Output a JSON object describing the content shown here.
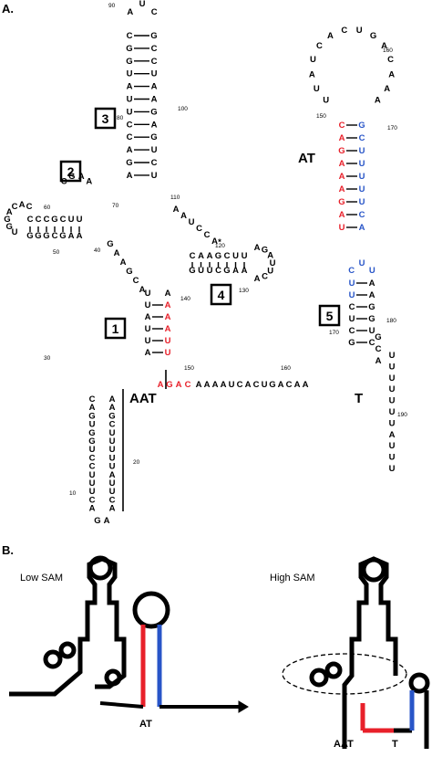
{
  "panels": {
    "a": "A.",
    "b": "B."
  },
  "colors": {
    "black": "#000000",
    "red": "#e8202a",
    "blue": "#2855c8"
  },
  "labels": {
    "aat": "AAT",
    "t": "T",
    "at": "AT",
    "box1": "1",
    "box2": "2",
    "box3": "3",
    "box4": "4",
    "box5": "5",
    "low_sam": "Low SAM",
    "high_sam": "High SAM",
    "at_small": "AT",
    "aat_small": "AAT",
    "t_small": "T",
    "star": "*"
  },
  "numbers": {
    "n10": "10",
    "n20": "20",
    "n30": "30",
    "n40": "40",
    "n50": "50",
    "n60": "60",
    "n70": "70",
    "n80": "80",
    "n90": "90",
    "n100": "100",
    "n110": "110",
    "n120": "120",
    "n130": "130",
    "n140": "140",
    "n150": "150",
    "n150b": "150",
    "n160": "160",
    "n160b": "160",
    "n170": "170",
    "n170b": "170",
    "n180": "180",
    "n190": "190"
  },
  "nucleotides": {
    "leader_left": "CAGUGGUCCUUUCA",
    "leader_right": "AAGCUUUUUAUUCA",
    "leader_loop": "GA",
    "p1_left": "UAUUA",
    "p1_right": "AAAUU",
    "p1_top": "UA",
    "linker": "AAAAUCACUGACAA",
    "linker_red": "AGAC",
    "tail": "UUUUUUUAUUU",
    "stem3_left": "CGGUAUUCCAGA",
    "stem3_right": "GCCUAAGAGUCU",
    "loop3": "AUC",
    "helix2_top": "CCCGCUU",
    "helix2_bottom": "GGGCGAA",
    "loop2": "UGGACAC",
    "loop2b": "CGAA",
    "j3": "AAUCCA",
    "p4_top": "CAAGCUU",
    "p4_bottom": "GUUCGAA",
    "p4_loop": "AGAUUCA",
    "j41": "GAAGCA",
    "at_stem_left": "CAGAAAGAU",
    "at_stem_right": "GCUUUUUCA",
    "at_loop": "UUAUCACUGACAAA",
    "t_stem_left": "UUCUCG",
    "t_stem_right": "AAGGUC",
    "t_loop": "CUU",
    "t_right": "GCA",
    "pk_star": "*"
  }
}
